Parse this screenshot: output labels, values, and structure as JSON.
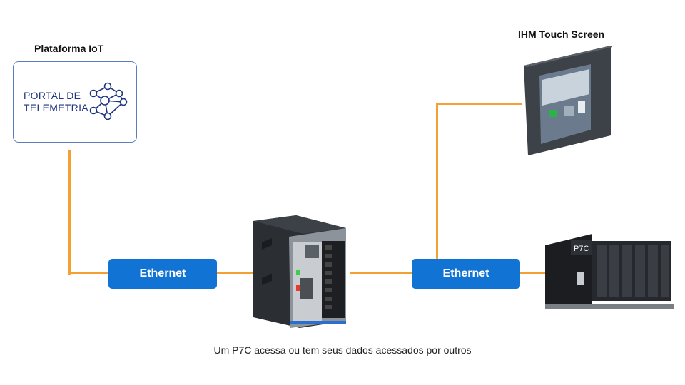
{
  "iot_platform": {
    "title": "Plataforma IoT",
    "logo_line1": "PORTAL DE",
    "logo_line2": "TELEMETRIA"
  },
  "hmi": {
    "title": "IHM Touch Screen"
  },
  "links": {
    "left": "Ethernet",
    "right": "Ethernet"
  },
  "caption": "Um P7C acessa ou tem seus dados acessados por outros",
  "colors": {
    "connector": "#f5a033",
    "ethernet_badge": "#1173d4",
    "logo": "#1d3580"
  }
}
